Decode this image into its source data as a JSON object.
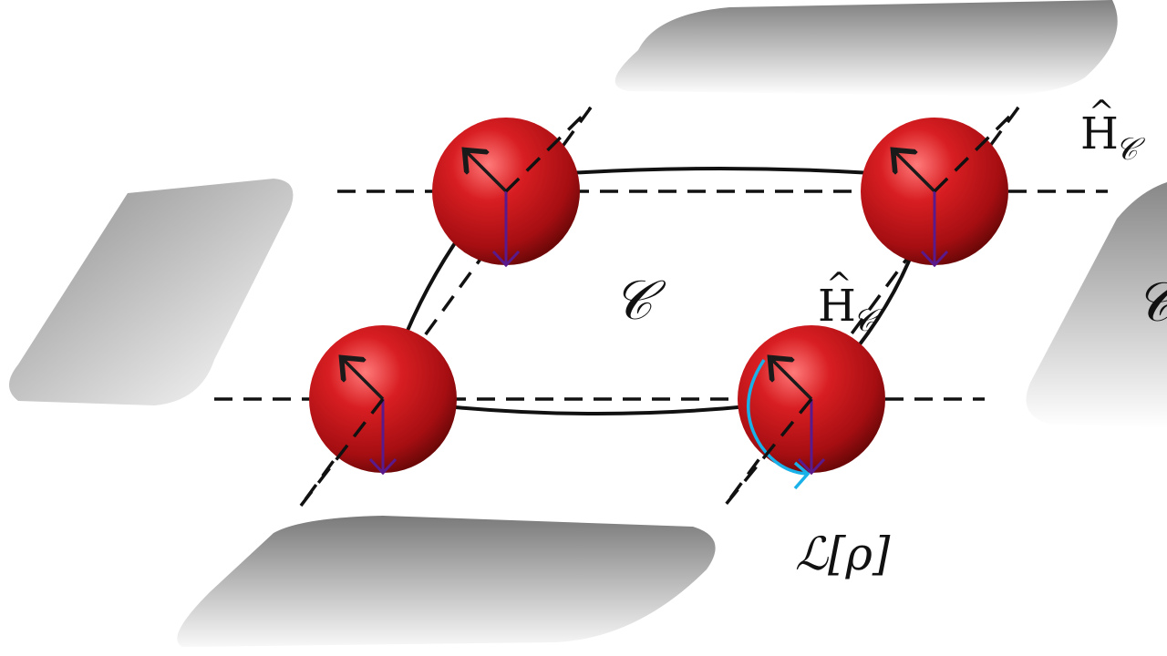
{
  "labels": {
    "center_cluster": "𝒞",
    "right_cluster": "𝒞",
    "hamiltonian_inner": "H",
    "hamiltonian_inner_sub": "𝒞",
    "hamiltonian_outer": "H",
    "hamiltonian_outer_sub": "𝒞",
    "lindblad": "ℒ[ρ]"
  },
  "colors": {
    "sphere": "#c8141a",
    "sphere_dark": "#6e0808",
    "spin_arrow": "#1a1a1a",
    "down_arrow": "#5a1a8c",
    "dissipation_arrow": "#1ab0e8",
    "bond_line": "#111111",
    "dashed_line": "#111111",
    "background_cluster": "#8a8a8a"
  },
  "icons": {
    "spin": "up-left-arrow-icon",
    "pseudo_spin": "down-arrow-icon",
    "dissipation": "circular-arrow-icon"
  }
}
